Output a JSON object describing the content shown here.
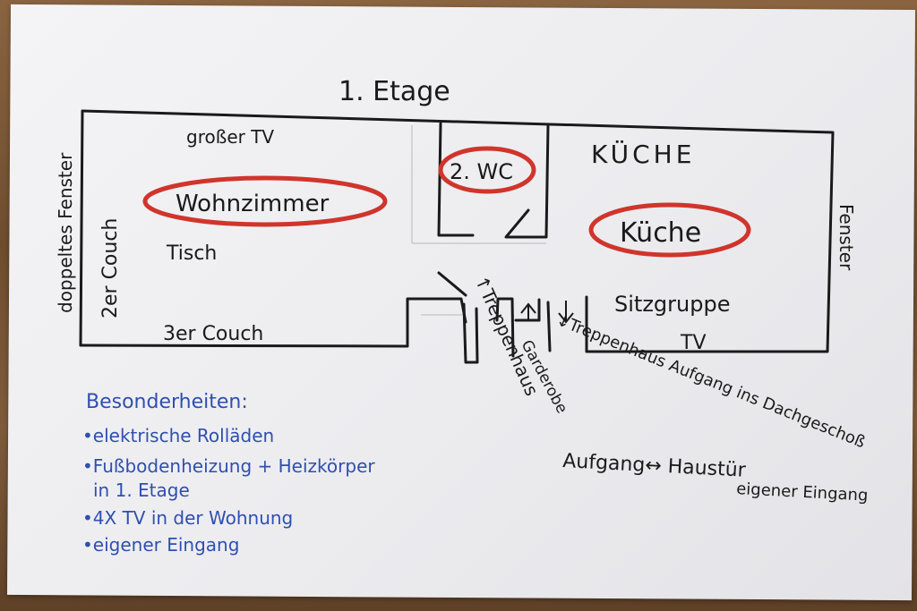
{
  "title": "1. Etage",
  "rooms": {
    "wohnzimmer": "Wohnzimmer",
    "wc": "2. WC",
    "kueche_caps": "KÜCHE",
    "kueche": "Küche"
  },
  "labels": {
    "grosser_tv": "großer TV",
    "tisch": "Tisch",
    "couch_3er": "3er Couch",
    "couch_2er": "2er Couch",
    "doppeltes_fenster": "doppeltes Fenster",
    "fenster": "Fenster",
    "sitzgruppe": "Sitzgruppe",
    "tv": "TV",
    "treppenhaus_left": "↑Treppenhaus",
    "garderobe": "Garderobe",
    "treppenhaus_right": "↓Treppenhaus Aufgang ins Dachgeschoß",
    "aufgang": "Aufgang↔ Haustür",
    "eigener_eingang_right": "eigener Eingang"
  },
  "besonderheiten": {
    "heading": "Besonderheiten:",
    "items": [
      "•elektrische Rolläden",
      "•Fußbodenheizung + Heizkörper",
      "in 1. Etage",
      "•4X TV in der Wohnung",
      "•eigener Eingang"
    ]
  },
  "colors": {
    "ink": "#1a1a1a",
    "red": "#d0352c",
    "blue": "#2f4fb0"
  }
}
